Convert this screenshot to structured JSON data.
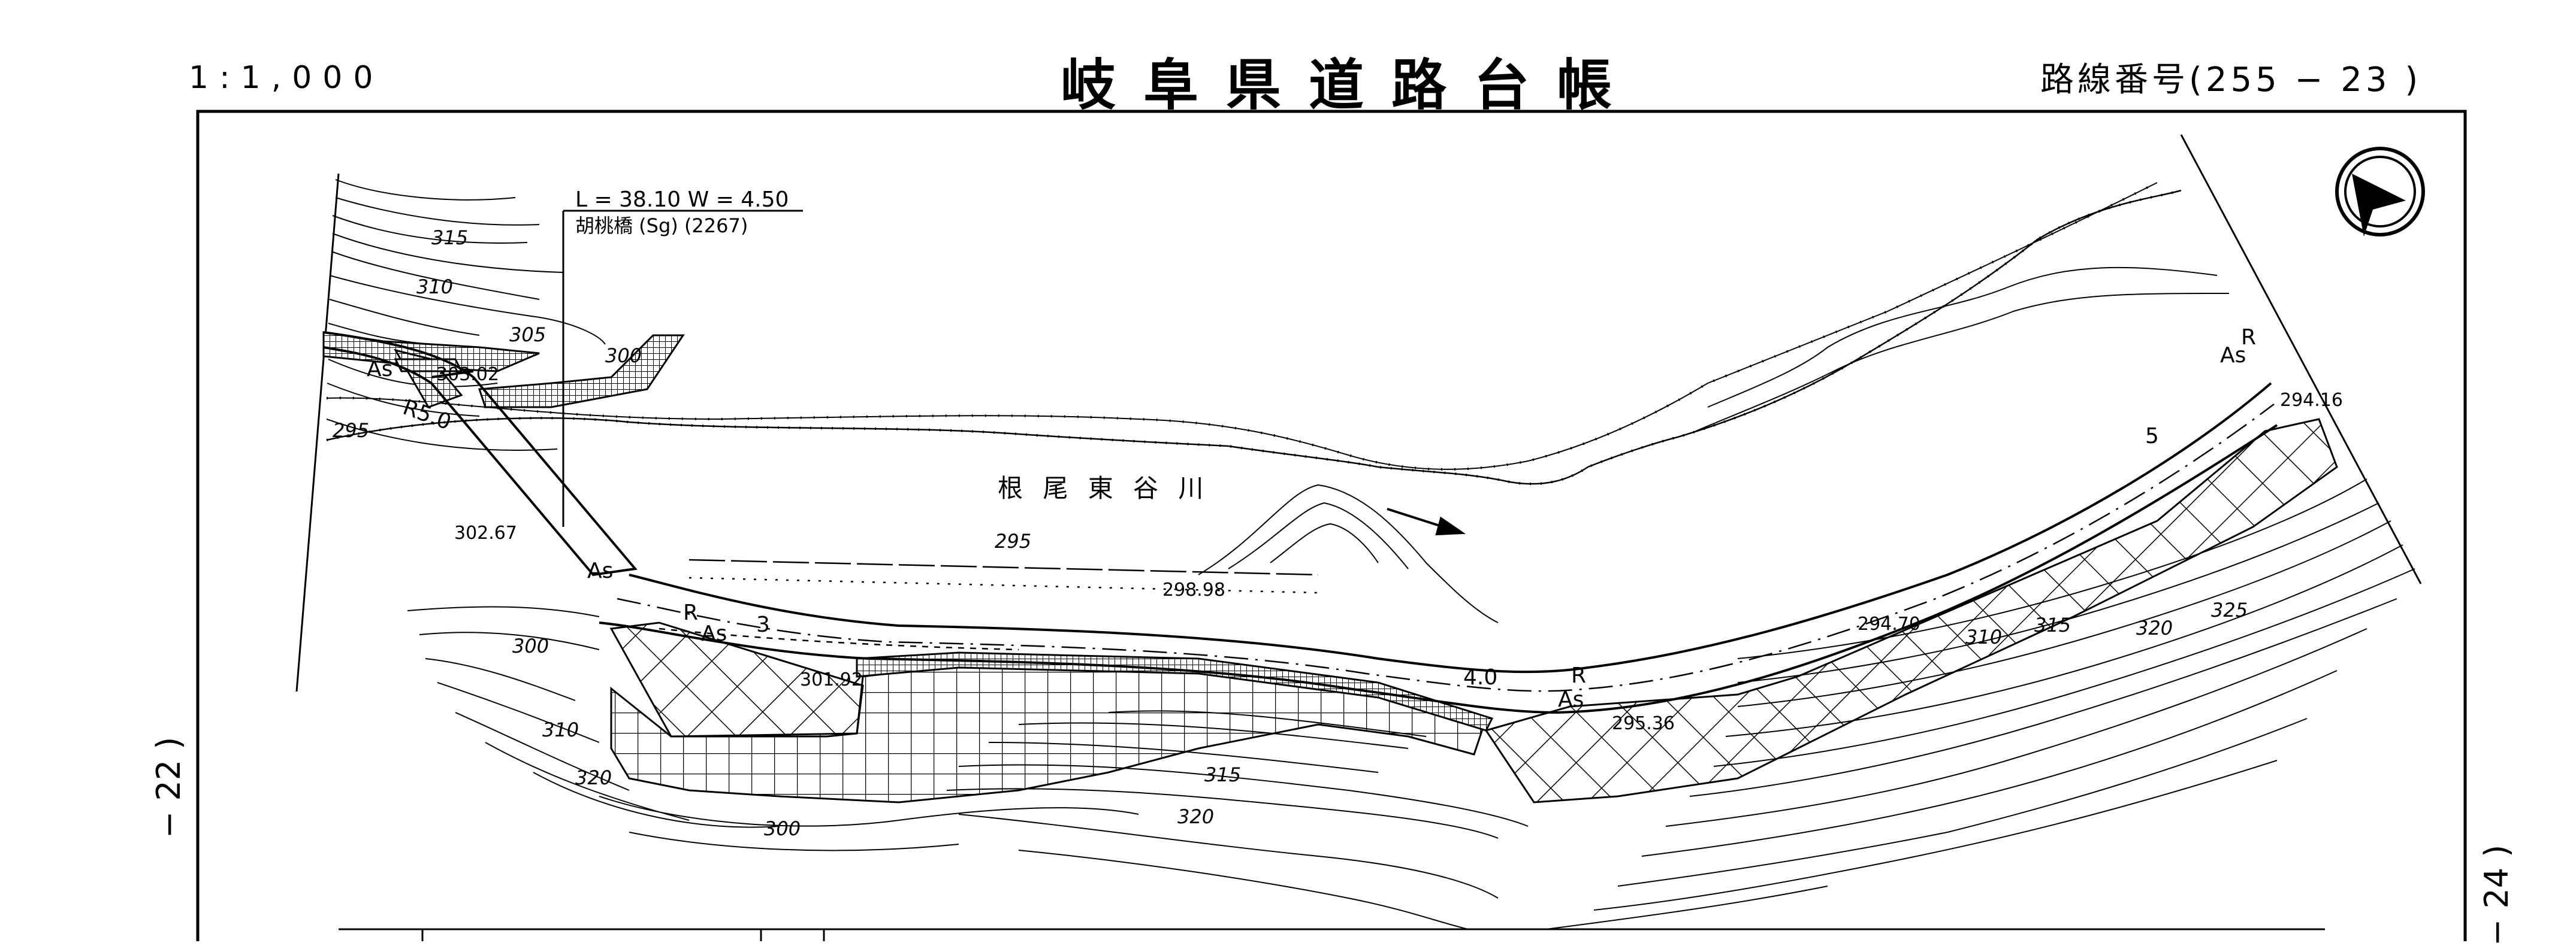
{
  "header": {
    "scale": "1:1,000",
    "title": "岐阜県道路台帳",
    "route_label": "路線番号",
    "route_number": "(255 − 23 )"
  },
  "sheets": {
    "prev": "− 22 )",
    "next": "− 24 )"
  },
  "bridge": {
    "dimensions": "L = 38.10  W = 4.50",
    "name": "胡桃橋  (Sg)  (2267)"
  },
  "river": {
    "name": "根 尾 東 谷 川"
  },
  "elevation_points": [
    "303.02",
    "302.67",
    "301.92",
    "298.98",
    "295.36",
    "294.70",
    "294.16"
  ],
  "contours": [
    "315",
    "310",
    "305",
    "300",
    "295",
    "295",
    "300",
    "310",
    "320",
    "315",
    "320",
    "300",
    "310",
    "315",
    "320",
    "325"
  ],
  "road_marks": {
    "pavement": "As",
    "radius": "R",
    "radius_value": "R5.0",
    "widths": [
      "3",
      "4.0",
      "5"
    ]
  },
  "north_arrow_icon": "north-arrow-icon",
  "colors": {
    "ink": "#000000",
    "paper": "#ffffff"
  }
}
